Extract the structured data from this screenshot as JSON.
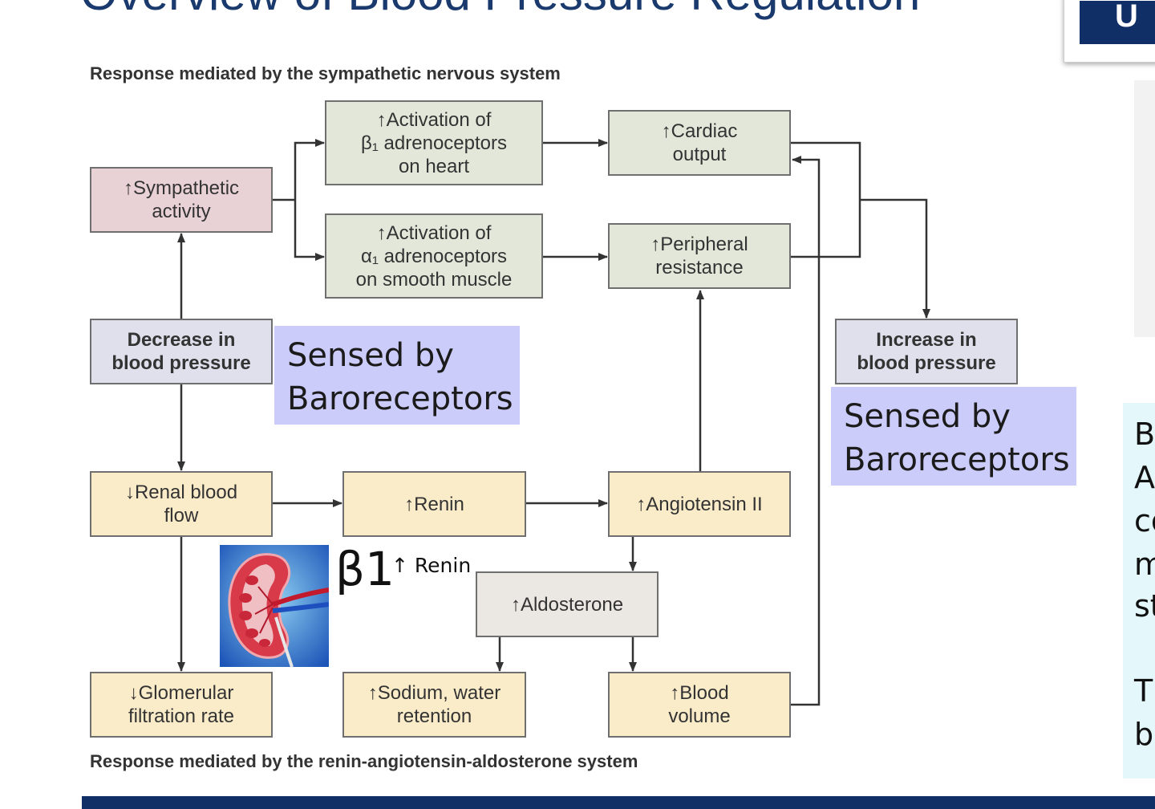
{
  "slide": {
    "title": "Overview of Blood Pressure Regulation",
    "logo_glyph": "U"
  },
  "diagram": {
    "top_label": "Response mediated by the sympathetic nervous system",
    "bottom_label": "Response mediated by the renin-angiotensin-aldosterone system",
    "nodes": {
      "sympathetic": "↑Sympathetic\nactivity",
      "beta1": "↑Activation of\nβ₁ adrenoceptors\non heart",
      "alpha1": "↑Activation of\nα₁ adrenoceptors\non smooth muscle",
      "cardiac": "↑Cardiac\noutput",
      "peripheral": "↑Peripheral\nresistance",
      "decrease_bp": "Decrease in\nblood pressure",
      "increase_bp": "Increase in\nblood pressure",
      "renal": "↓Renal blood\nflow",
      "renin": "↑Renin",
      "angiotensin": "↑Angiotensin II",
      "aldosterone": "↑Aldosterone",
      "gfr": "↓Glomerular\nfiltration rate",
      "sodium": "↑Sodium, water\nretention",
      "blood_volume": "↑Blood\nvolume"
    },
    "callout_left": "Sensed by\nBaroreceptors",
    "callout_right": "Sensed by\nBaroreceptors",
    "beta_symbol": "β1",
    "beta_note": "↑ Renin",
    "kidney_image": "kidney-illustration"
  },
  "side_panel": {
    "letters": [
      "B",
      "A",
      "co",
      "m",
      "st",
      "Tl",
      "b"
    ]
  },
  "colors": {
    "navy": "#0f2f66",
    "sympathetic_box": "#e9d2d6",
    "green_box": "#e2e7da",
    "lavender_box": "#e0e0ec",
    "yellow_box": "#fbecc9",
    "callout": "#ccccfa"
  }
}
